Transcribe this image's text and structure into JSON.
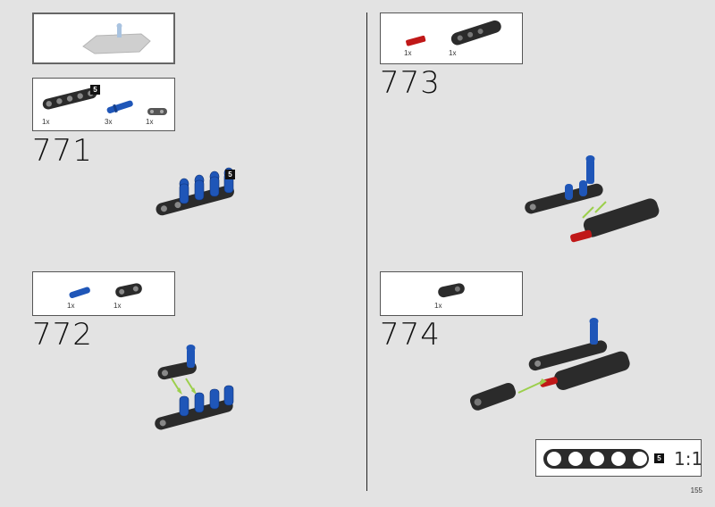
{
  "page_number": "155",
  "steps": [
    {
      "number": "771",
      "badge": "5",
      "parts": [
        {
          "qty": "1x",
          "name": "black-liftarm"
        },
        {
          "qty": "3x",
          "name": "blue-axle-pin"
        },
        {
          "qty": "1x",
          "name": "gray-connector"
        }
      ],
      "parts_badge": "5"
    },
    {
      "number": "772",
      "parts": [
        {
          "qty": "1x",
          "name": "blue-pin"
        },
        {
          "qty": "1x",
          "name": "black-connector"
        }
      ]
    },
    {
      "number": "773",
      "parts": [
        {
          "qty": "1x",
          "name": "red-axle"
        },
        {
          "qty": "1x",
          "name": "black-panel"
        }
      ]
    },
    {
      "number": "774",
      "parts": [
        {
          "qty": "1x",
          "name": "black-angle-connector"
        }
      ]
    }
  ],
  "scale_ref": {
    "badge": "5",
    "label": "1:1"
  },
  "colors": {
    "background": "#e3e3e3",
    "black_part": "#2b2b2b",
    "blue_part": "#1f56b8",
    "red_part": "#c01818"
  }
}
